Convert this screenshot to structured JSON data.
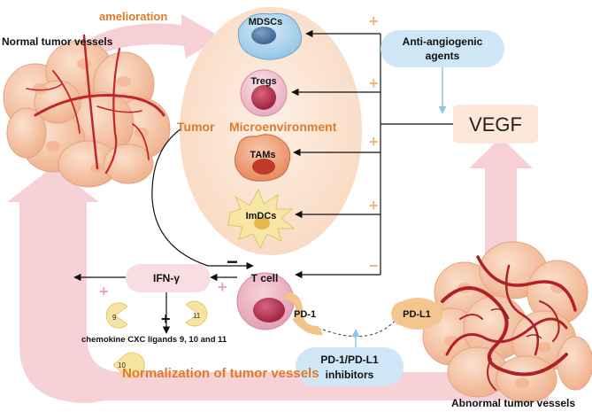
{
  "labels": {
    "amelioration": "amelioration",
    "normal_vessels": "Normal tumor vessels",
    "abnormal_vessels": "Abnormal tumor vessels",
    "tme_word1": "Tumor",
    "tme_word2": "Microenvironment",
    "normalization": "Normalization of tumor vessels",
    "vegf": "VEGF",
    "anti_angio_line1": "Anti-angiogenic",
    "anti_angio_line2": "agents",
    "inhibitors_line1": "PD-1/PD-L1",
    "inhibitors_line2": "inhibitors",
    "ifn": "IFN-γ",
    "tcell": "T cell",
    "pd1": "PD-1",
    "pdl1": "PD-L1",
    "chemokine": "chemokine CXC ligands 9, 10 and 11",
    "chemokine_9": "9",
    "chemokine_10": "10",
    "chemokine_11": "11",
    "plus_sign": "+",
    "minus_sign": "−"
  },
  "cells": {
    "mdscs": "MDSCs",
    "tregs": "Tregs",
    "tams": "TAMs",
    "imdcs": "ImDCs"
  },
  "colors": {
    "orange_text": "#e07a2a",
    "pink_arrow": "#f4c7cc",
    "peach_oval": "#fbe2cf",
    "blue_bubble": "#cfe6f6",
    "blue_arrow": "#9ecfe9",
    "vessel_red": "#c0262b",
    "cell_tissue": "#f6c7a6",
    "sign_orange": "#f0b87a",
    "sign_pink": "#eca5b4"
  }
}
